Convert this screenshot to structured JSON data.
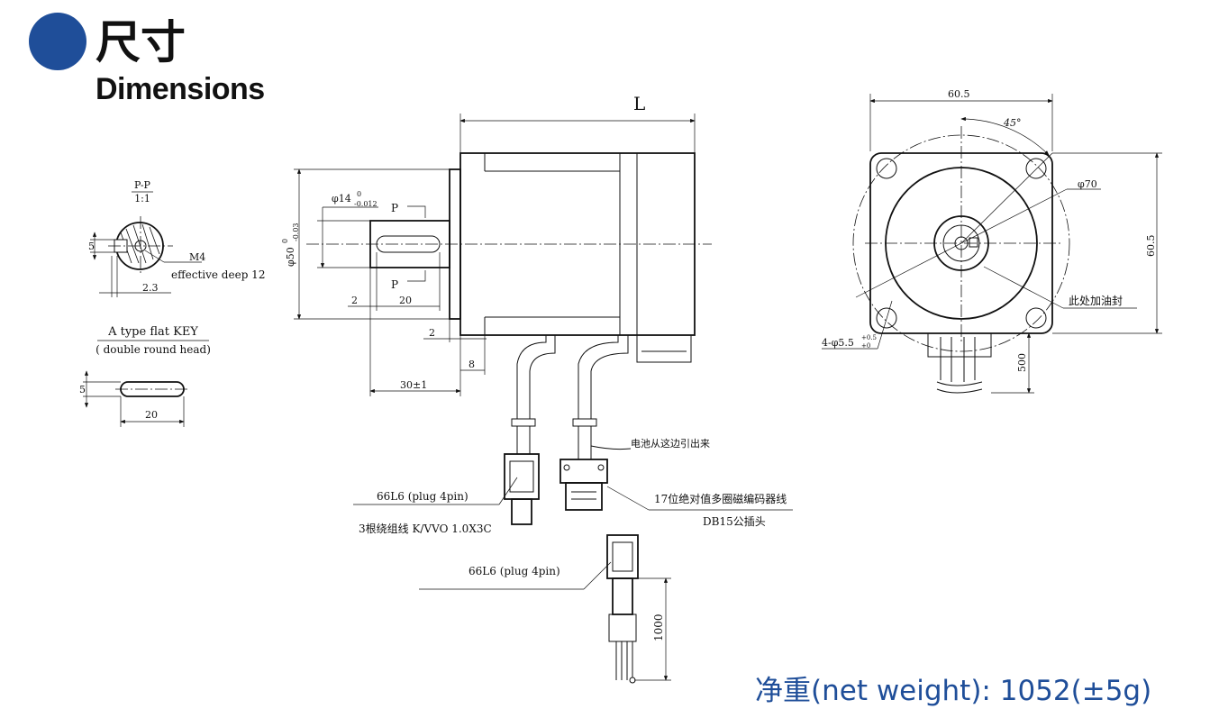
{
  "header": {
    "title_cn": "尺寸",
    "title_en": "Dimensions"
  },
  "section_view": {
    "label": "P-P",
    "scale": "1:1",
    "dim_height": "5",
    "dim_width": "2.3",
    "thread": "M4",
    "thread_note": "effective deep 12"
  },
  "key": {
    "title": "A type flat KEY",
    "subtitle": "( double round head)",
    "dim_height": "5",
    "dim_length": "20"
  },
  "side_view": {
    "length_label": "L",
    "shaft_dia_prefix": "φ14",
    "shaft_dia_upper": "0",
    "shaft_dia_lower": "-0.012",
    "pilot_dia_prefix": "φ50",
    "pilot_dia_upper": "0",
    "pilot_dia_lower": "-0.03",
    "section_mark": "P",
    "dim_key_offset": "2",
    "dim_key_length": "20",
    "dim_pilot_depth": "2",
    "dim_flange": "8",
    "dim_shaft_length": "30±1",
    "cable_power": "66L6 (plug 4pin)",
    "cable_power_spec": "3根绕组线 K/VVO 1.0X3C",
    "battery_note": "电池从这边引出来",
    "encoder_cable": "17位绝对值多圈磁编码器线",
    "encoder_plug": "DB15公插头",
    "plug_label_2": "66L6 (plug 4pin)",
    "cable_length": "1000"
  },
  "front_view": {
    "width": "60.5",
    "height": "60.5",
    "angle": "45°",
    "bolt_circle": "φ70",
    "holes_prefix": "4-φ5.5",
    "holes_upper": "+0.5",
    "holes_lower": "+0",
    "oil_seal": "此处加油封",
    "lead_length": "500"
  },
  "weight": "净重(net weight): 1052(±5g)"
}
